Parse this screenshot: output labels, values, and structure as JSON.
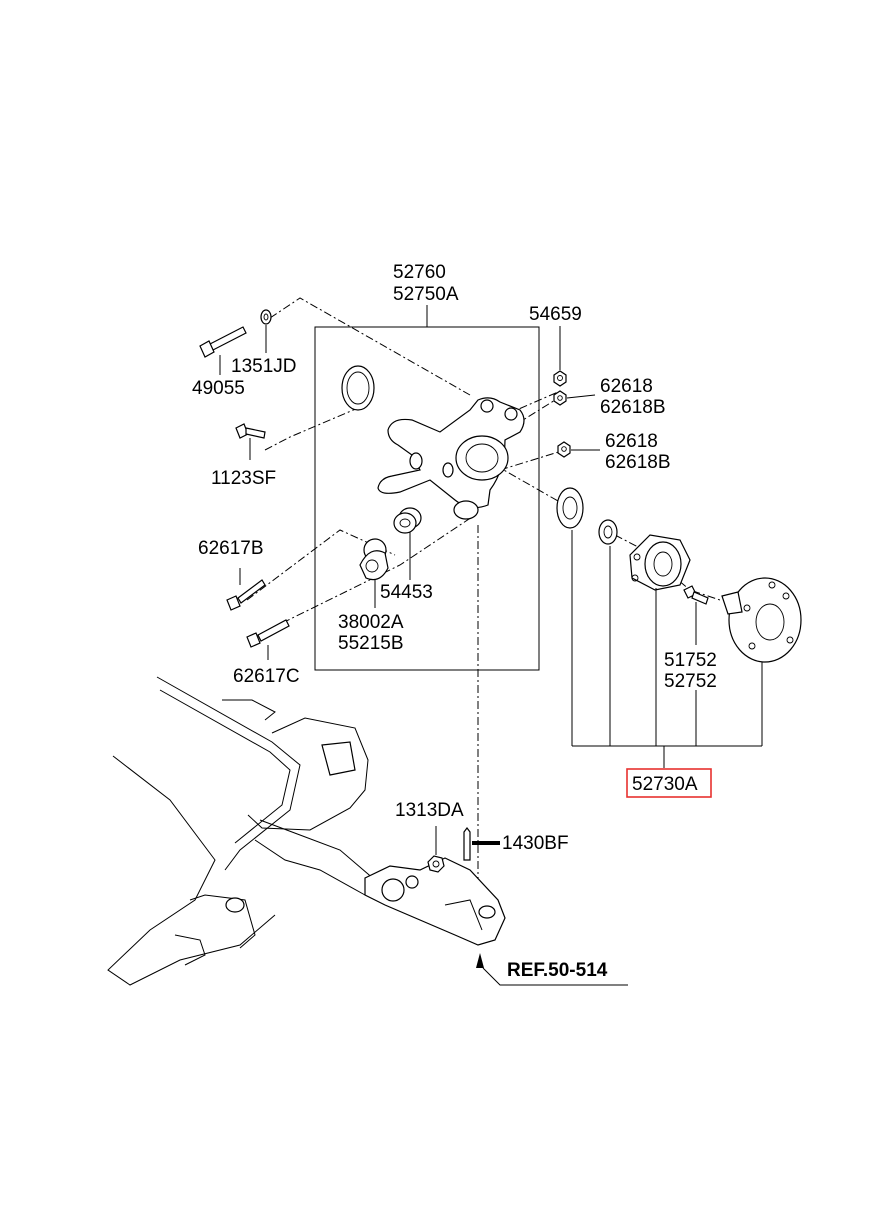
{
  "labels": {
    "knuckle_a": "52760",
    "knuckle_b": "52750A",
    "nut_54659": "54659",
    "bolt_1351jd": "1351JD",
    "bolt_49055": "49055",
    "nut_62618_top": "62618",
    "nut_62618b_top": "62618B",
    "nut_62618_mid": "62618",
    "nut_62618b_mid": "62618B",
    "bolt_1123sf": "1123SF",
    "bolt_62617b": "62617B",
    "bush_54453": "54453",
    "bush_38002a": "38002A",
    "bush_55215b": "55215B",
    "bolt_62617c": "62617C",
    "hub_51752": "51752",
    "hub_52752": "52752",
    "assembly_52730a": "52730A",
    "nut_1313da": "1313DA",
    "pin_1430bf": "1430BF",
    "reference": "REF.50-514"
  },
  "colors": {
    "highlight_box": "#e8312f",
    "ink": "#000000"
  }
}
